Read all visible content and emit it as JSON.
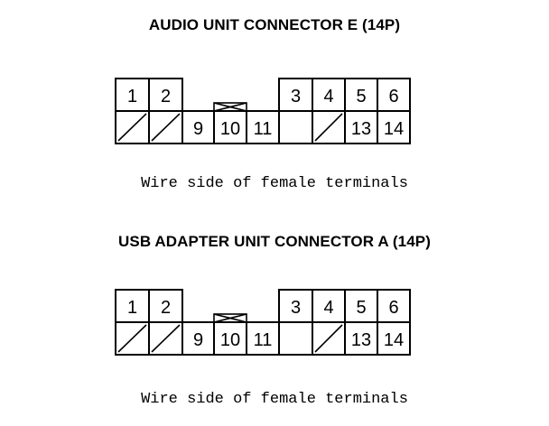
{
  "connectors": [
    {
      "title": "AUDIO UNIT CONNECTOR E (14P)",
      "caption": "Wire side of female terminals",
      "pins": {
        "p1": "1",
        "p2": "2",
        "p3": "3",
        "p4": "4",
        "p5": "5",
        "p6": "6",
        "p9": "9",
        "p10": "10",
        "p11": "11",
        "p13": "13",
        "p14": "14"
      }
    },
    {
      "title": "USB ADAPTER UNIT CONNECTOR A (14P)",
      "caption": "Wire side of female terminals",
      "pins": {
        "p1": "1",
        "p2": "2",
        "p3": "3",
        "p4": "4",
        "p5": "5",
        "p6": "6",
        "p9": "9",
        "p10": "10",
        "p11": "11",
        "p13": "13",
        "p14": "14"
      }
    }
  ]
}
